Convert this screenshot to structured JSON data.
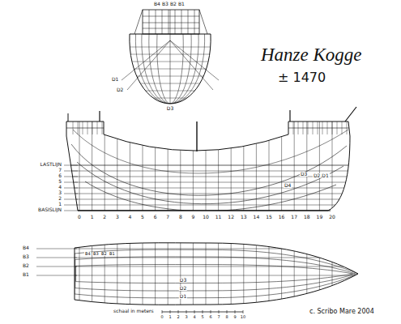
{
  "diagram": {
    "title": "Hanze Kogge",
    "labels": [
      "± 1470",
      "B4",
      "B3",
      "B2",
      "B1",
      "D1",
      "D2",
      "D3",
      "LASTLIJN",
      "7",
      "6",
      "5",
      "4",
      "3",
      "2",
      "1",
      "BASISLIJN",
      "0",
      "1",
      "2",
      "3",
      "4",
      "5",
      "6",
      "7",
      "8",
      "9",
      "10",
      "11",
      "12",
      "13",
      "14",
      "15",
      "16",
      "17",
      "18",
      "19",
      "20",
      "D4",
      "D3",
      "D2,D1",
      "B4",
      "B3",
      "B2",
      "B1",
      "B4",
      "B3",
      "B2",
      "B1",
      "D3",
      "D2",
      "D1",
      "schaal in meters",
      "0",
      "1",
      "2",
      "3",
      "4",
      "5",
      "6",
      "7",
      "8",
      "9",
      "10",
      "c. Scribo Mare 2004"
    ]
  }
}
